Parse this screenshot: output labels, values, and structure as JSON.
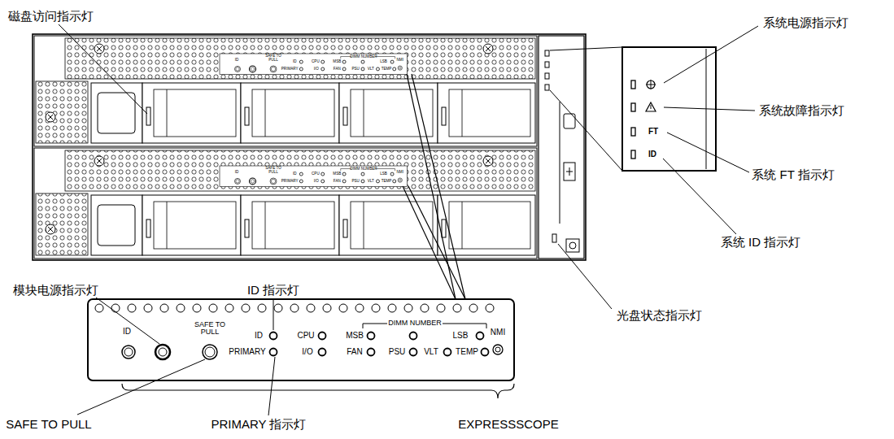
{
  "diagram": {
    "labels": [
      "磁盘访问指示灯",
      "系统电源指示灯",
      "系统故障指示灯",
      "系统 FT 指示灯",
      "系统 ID 指示灯",
      "光盘状态指示灯",
      "模块电源指示灯",
      "ID 指示灯",
      "SAFE TO PULL",
      "PRIMARY 指示灯",
      "EXPRESSSCOPE",
      "FT",
      "ID",
      "ID",
      "SAFE TO PULL",
      "ID",
      "PRIMARY",
      "CPU",
      "I/O",
      "MSB",
      "FAN",
      "DIMM NUMBER",
      "PSU",
      "VLT",
      "LSB",
      "TEMP",
      "NMI",
      "ID",
      "SAFE TO PULL",
      "ID",
      "PRIMARY",
      "CPU",
      "I/O",
      "MSB",
      "FAN",
      "DIMM NUMBER",
      "PSU",
      "VLT",
      "LSB",
      "TEMP",
      "NMI",
      "ID",
      "SAFE TO PULL",
      "ID",
      "PRIMARY",
      "CPU",
      "I/O",
      "MSB",
      "FAN",
      "DIMM NUMBER",
      "PSU",
      "VLT",
      "LSB",
      "TEMP",
      "NMI"
    ]
  }
}
